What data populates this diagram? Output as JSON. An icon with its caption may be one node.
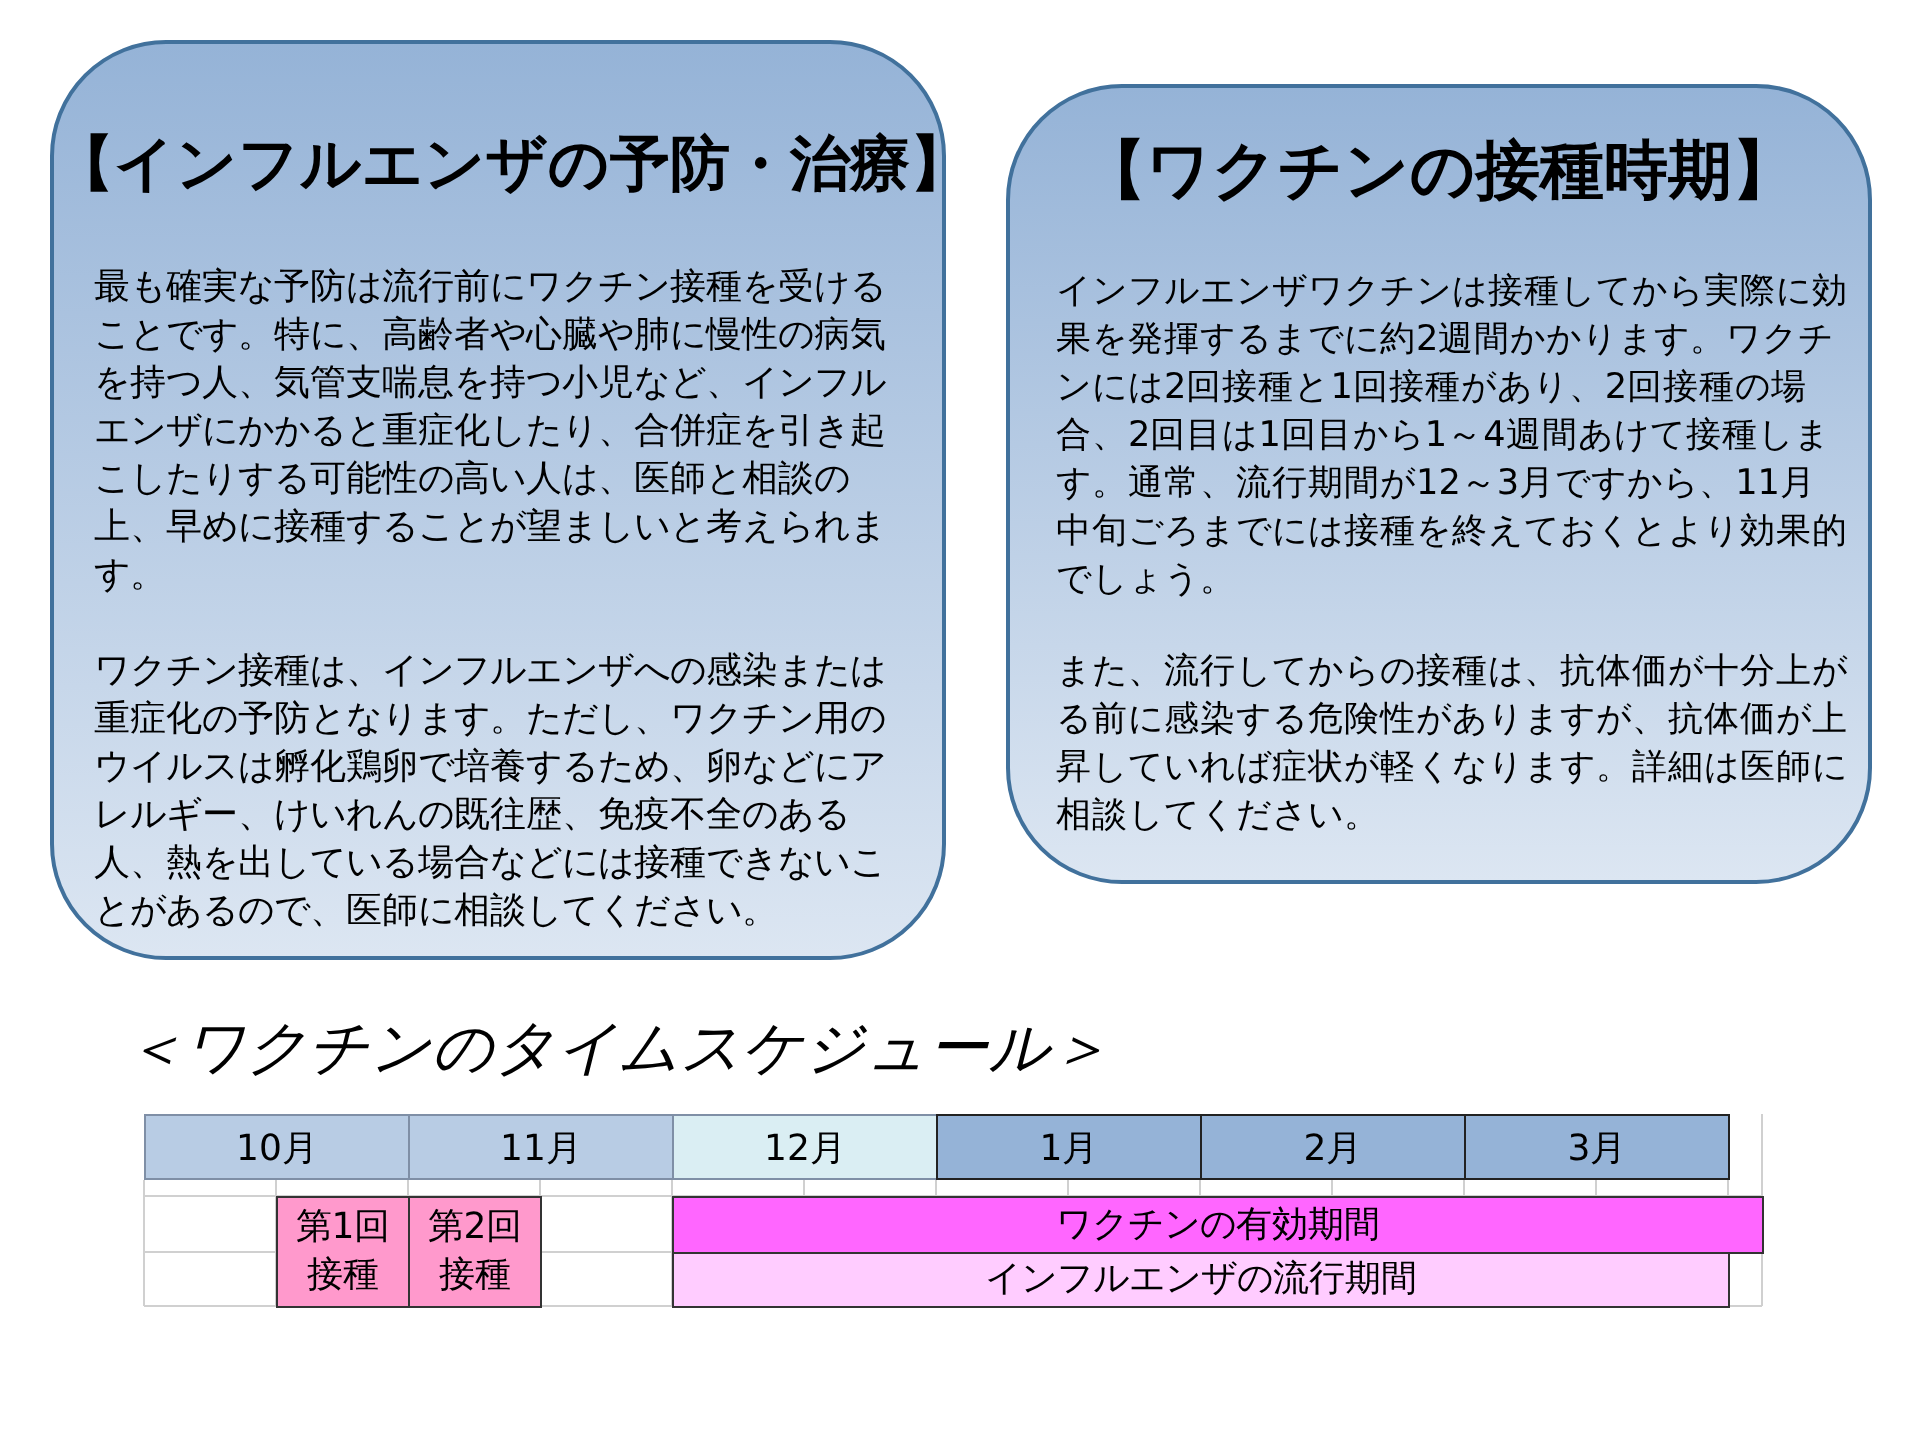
{
  "diagram": {
    "nodes": [
      {
        "text": [
          "【インフルエンザの予防・治療】",
          "最も確実な予防は流行前にワクチン接種を受けることです。特に、高齢者や心臓や肺に慢性の病気を持つ人、気管支喘息を持つ小児など、インフルエンザにかかると重症化したり、合併症を引き起こしたりする可能性の高い人は、医師と相談の上、早めに接種することが望ましいと考えられます。",
          "ワクチン接種は、インフルエンザへの感染または重症化の予防となります。ただし、ワクチン用のウイルスは孵化鶏卵で培養するため、卵などにアレルギー、けいれんの既往歴、免疫不全のある人、熱を出している場合などには接種できないことがあるので、医師に相談してください。"
        ]
      },
      {
        "text": [
          "【ワクチンの接種時期】",
          "インフルエンザワクチンは接種してから実際に効果を発揮するまでに約2週間かかります。ワクチンには2回接種と1回接種があり、2回接種の場合、2回目は1回目から1～4週間あけて接種します。通常、流行期間が12～3月ですから、11月中旬ごろまでには接種を終えておくとより効果的でしょう。",
          "また、流行してからの接種は、抗体価が十分上がる前に感染する危険性がありますが、抗体価が上昇していれば症状が軽くなります。詳細は医師に相談してください。"
        ]
      },
      {
        "text": [
          "第1回接種"
        ]
      },
      {
        "text": [
          "第2回接種"
        ]
      },
      {
        "text": [
          "ワクチンの有効期間"
        ]
      },
      {
        "text": [
          "インフルエンザの流行期間"
        ]
      }
    ],
    "labels": [
      "＜ワクチンのタイムスケジュール＞",
      "10月",
      "11月",
      "12月",
      "1月",
      "2月",
      "3月"
    ]
  }
}
